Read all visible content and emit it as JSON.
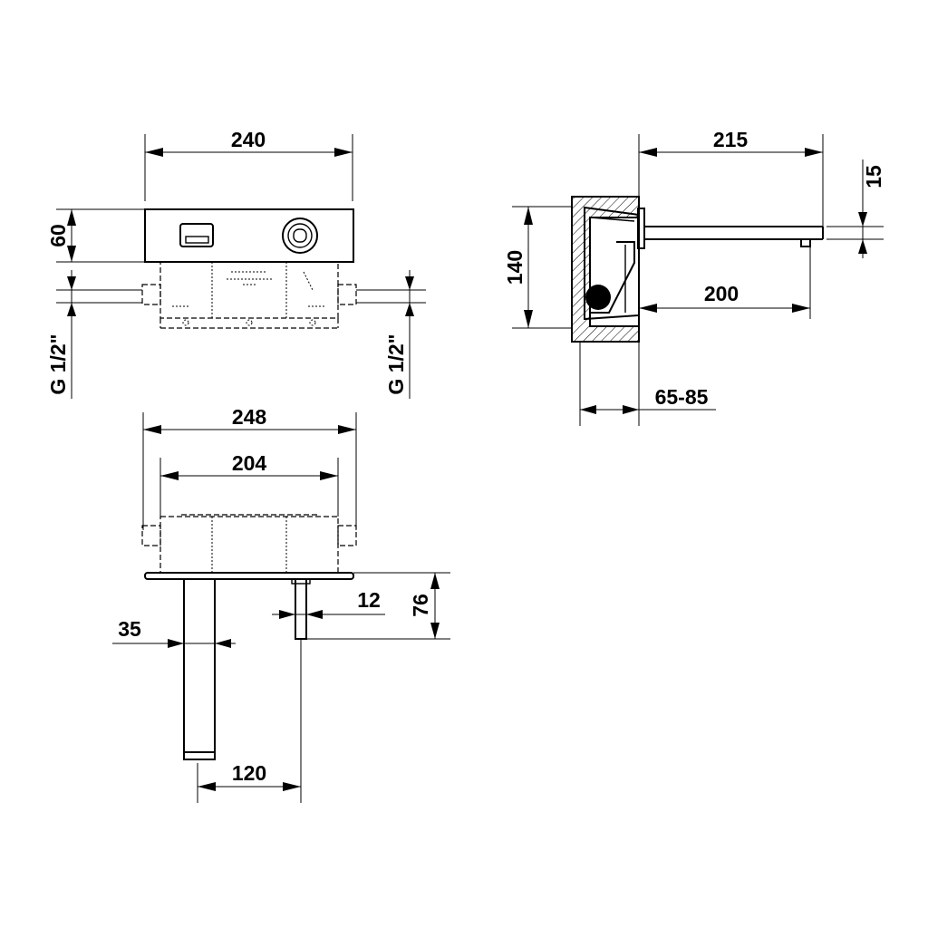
{
  "dimensions": {
    "top_width": "240",
    "top_height": "60",
    "pipe_left": "G 1/2\"",
    "pipe_right": "G 1/2\"",
    "side_spout_length": "215",
    "side_spout_thickness": "15",
    "side_height": "140",
    "side_reach": "200",
    "side_wall_depth": "65-85",
    "front_outer_width": "248",
    "front_inner_width": "204",
    "front_spout_width": "35",
    "front_knob_width": "12",
    "front_height": "76",
    "front_spout_knob_distance": "120"
  }
}
